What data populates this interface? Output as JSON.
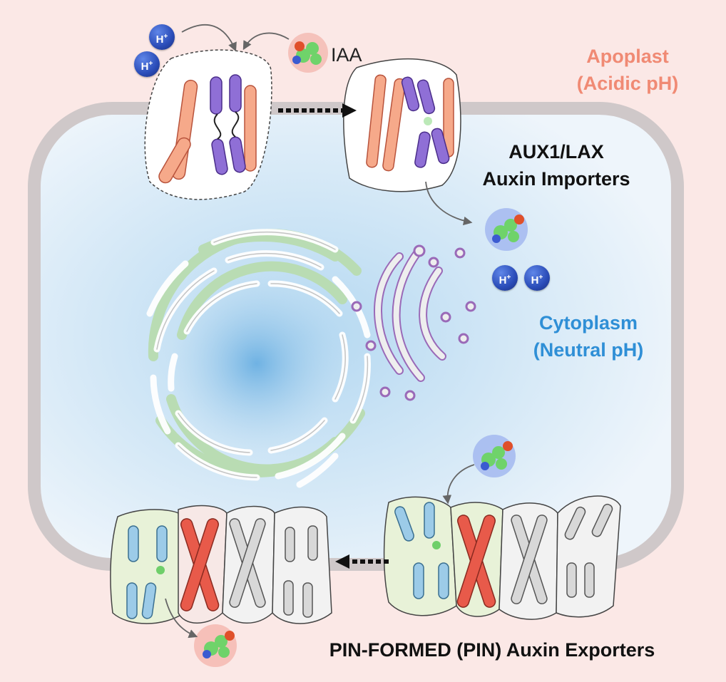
{
  "labels": {
    "apoplast_line1": "Apoplast",
    "apoplast_line2": "(Acidic pH)",
    "cytoplasm_line1": "Cytoplasm",
    "cytoplasm_line2": "(Neutral pH)",
    "importers_line1": "AUX1/LAX",
    "importers_line2": "Auxin Importers",
    "exporters": "PIN-FORMED (PIN) Auxin Exporters",
    "iaa": "IAA",
    "proton": "H",
    "proton_charge": "+"
  },
  "colors": {
    "background": "#fbe8e6",
    "cytoplasm": "#cfe6f7",
    "membrane": "#cfc8c9",
    "apoplast_text": "#f08a74",
    "cytoplasm_text": "#2f8fd6",
    "aux_orange": "#f6a98a",
    "aux_purple": "#8f6fd6",
    "pin_blue": "#9ccbe8",
    "pin_red": "#e85a4a",
    "pin_grey": "#d8d8d8",
    "pin_green_bg": "#e8f2d8",
    "er_green": "#a8d4a0",
    "golgi_purple": "#9a6ab8"
  }
}
